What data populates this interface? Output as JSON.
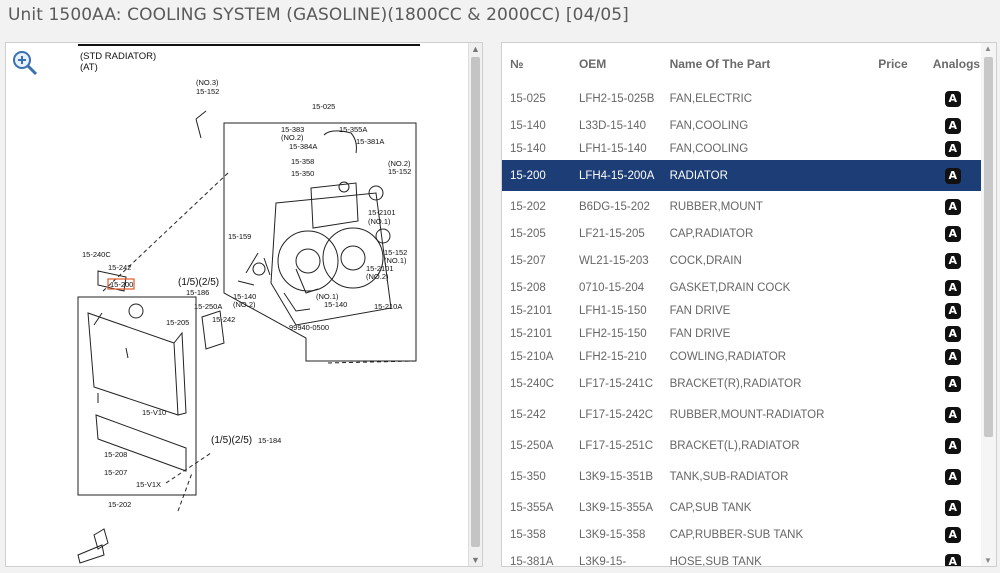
{
  "title": "Unit 1500AA: COOLING SYSTEM (GASOLINE)(1800CC & 2000CC) [04/05]",
  "diagram": {
    "header_line1": "(STD RADIATOR)",
    "header_line2": "(AT)",
    "labels": [
      "15-025",
      "15-383",
      "(NO.2)",
      "15-355A",
      "15-381A",
      "15-384A",
      "15-358",
      "15-350",
      "(NO.2)",
      "15-152",
      "15-2101",
      "(NO.1)",
      "15-159",
      "15-152",
      "(NO.1)",
      "15-2101",
      "(NO.2)",
      "15-140",
      "(NO.2)",
      "15-140",
      "(NO.1)",
      "15-210A",
      "99940-0500",
      "15-240C",
      "15-242",
      "15-200",
      "(1/5)(2/5)",
      "15-186",
      "15-250A",
      "15-205",
      "15-242",
      "15-V10",
      "(1/5)(2/5)",
      "15-184",
      "15-208",
      "15-207",
      "15-V1X",
      "15-202",
      "(NO.3)",
      "15-152"
    ]
  },
  "table": {
    "headers": {
      "no": "№",
      "oem": "OEM",
      "name": "Name Of The Part",
      "price": "Price",
      "analogs": "Analogs"
    },
    "analog_badge": "A",
    "rows": [
      {
        "no": "15-025",
        "oem": "LFH2-15-025B",
        "name": "FAN,ELECTRIC",
        "price": "",
        "tall": true
      },
      {
        "no": "15-140",
        "oem": "L33D-15-140",
        "name": "FAN,COOLING",
        "price": "",
        "tall": false
      },
      {
        "no": "15-140",
        "oem": "LFH1-15-140",
        "name": "FAN,COOLING",
        "price": "",
        "tall": false
      },
      {
        "no": "15-200",
        "oem": "LFH4-15-200A",
        "name": "RADIATOR",
        "price": "",
        "tall": true,
        "selected": true
      },
      {
        "no": "15-202",
        "oem": "B6DG-15-202",
        "name": "RUBBER,MOUNT",
        "price": "",
        "tall": true
      },
      {
        "no": "15-205",
        "oem": "LF21-15-205",
        "name": "CAP,RADIATOR",
        "price": "",
        "tall": false
      },
      {
        "no": "15-207",
        "oem": "WL21-15-203",
        "name": "COCK,DRAIN",
        "price": "",
        "tall": true
      },
      {
        "no": "15-208",
        "oem": "0710-15-204",
        "name": "GASKET,DRAIN COCK",
        "price": "",
        "tall": false
      },
      {
        "no": "15-2101",
        "oem": "LFH1-15-150",
        "name": "FAN DRIVE",
        "price": "",
        "tall": false
      },
      {
        "no": "15-2101",
        "oem": "LFH2-15-150",
        "name": "FAN DRIVE",
        "price": "",
        "tall": false
      },
      {
        "no": "15-210A",
        "oem": "LFH2-15-210",
        "name": "COWLING,RADIATOR",
        "price": "",
        "tall": false
      },
      {
        "no": "15-240C",
        "oem": "LF17-15-241C",
        "name": "BRACKET(R),RADIATOR",
        "price": "",
        "tall": true
      },
      {
        "no": "15-242",
        "oem": "LF17-15-242C",
        "name": "RUBBER,MOUNT-RADIATOR",
        "price": "",
        "tall": true
      },
      {
        "no": "15-250A",
        "oem": "LF17-15-251C",
        "name": "BRACKET(L),RADIATOR",
        "price": "",
        "tall": true
      },
      {
        "no": "15-350",
        "oem": "L3K9-15-351B",
        "name": "TANK,SUB-RADIATOR",
        "price": "",
        "tall": true
      },
      {
        "no": "15-355A",
        "oem": "L3K9-15-355A",
        "name": "CAP,SUB TANK",
        "price": "",
        "tall": true
      },
      {
        "no": "15-358",
        "oem": "L3K9-15-358",
        "name": "CAP,RUBBER-SUB TANK",
        "price": "",
        "tall": false
      },
      {
        "no": "15-381A",
        "oem": "L3K9-15-",
        "name": "HOSE,SUB TANK",
        "price": "",
        "tall": true
      }
    ]
  },
  "colors": {
    "selected_row": "#1c3d75",
    "badge": "#111111"
  }
}
